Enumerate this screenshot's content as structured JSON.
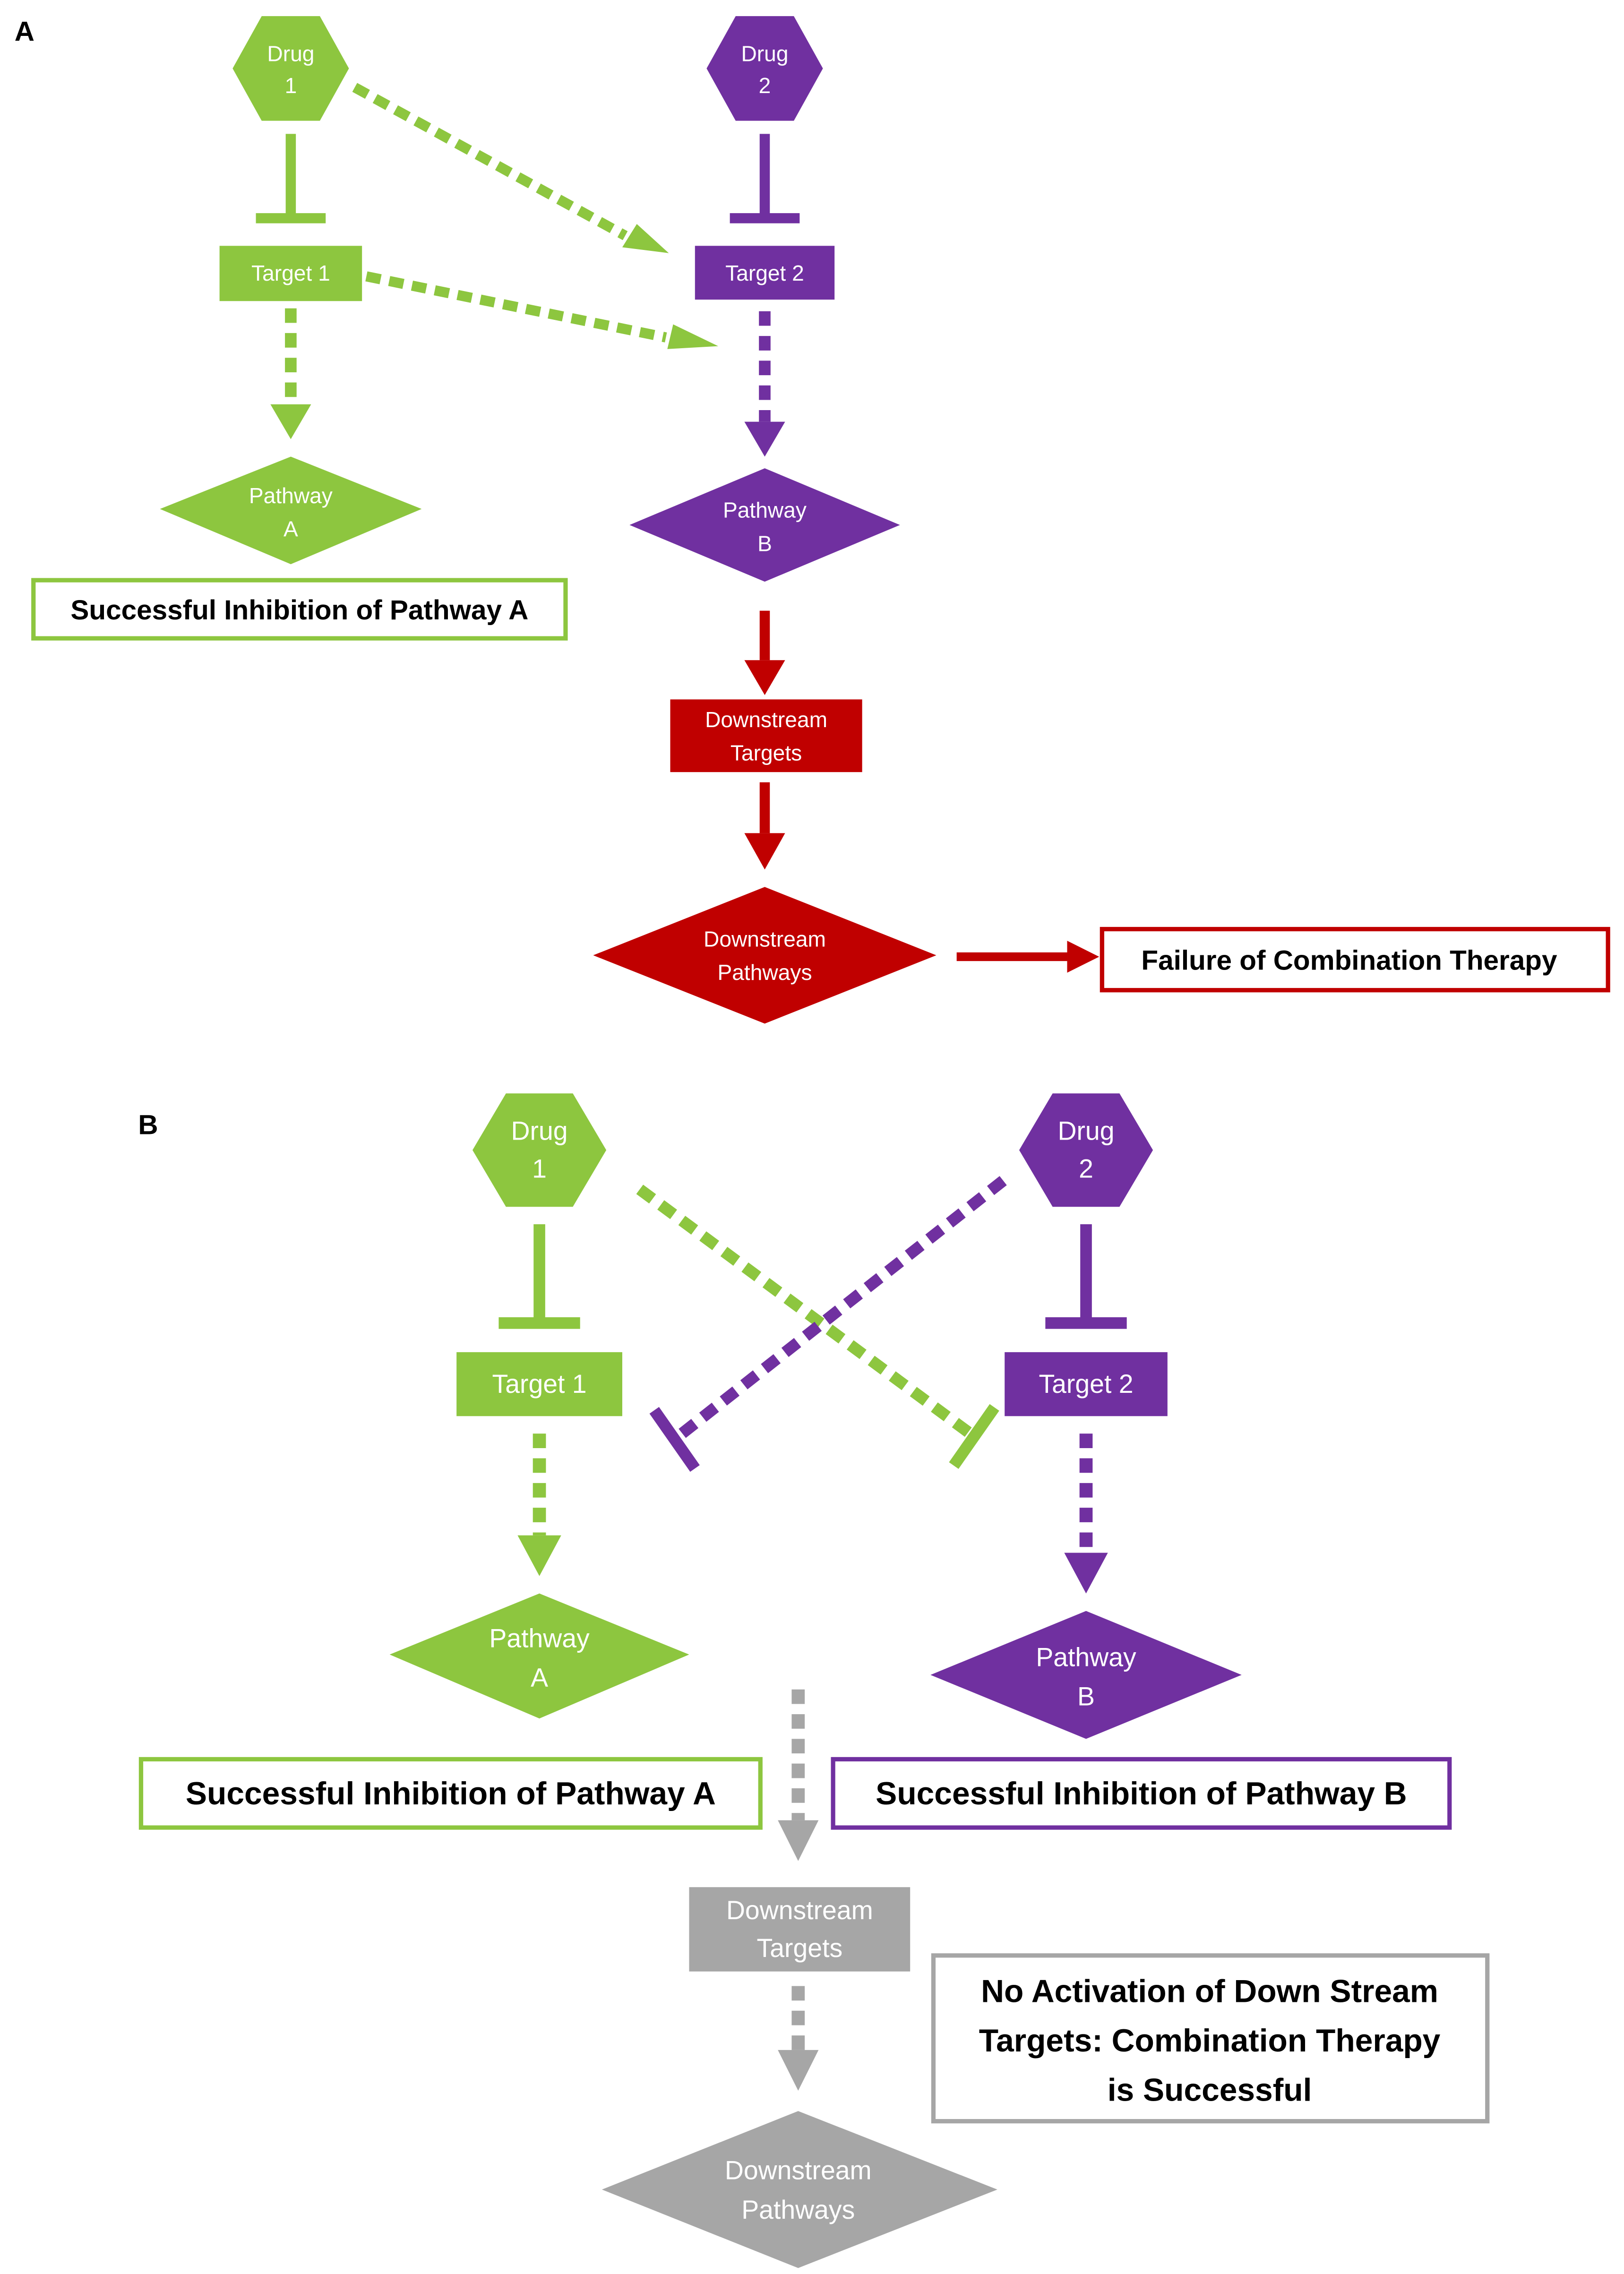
{
  "colors": {
    "green": "#8DC63F",
    "purple": "#7030A0",
    "red": "#C00000",
    "gray": "#A6A6A6",
    "node_text": "#ffffff",
    "box_text": "#000000"
  },
  "panel_a": {
    "label": "A",
    "drug1": {
      "line1": "Drug",
      "line2": "1"
    },
    "drug2": {
      "line1": "Drug",
      "line2": "2"
    },
    "target1": "Target 1",
    "target2": "Target 2",
    "pathway_a": {
      "line1": "Pathway",
      "line2": "A"
    },
    "pathway_b": {
      "line1": "Pathway",
      "line2": "B"
    },
    "downstream_targets": {
      "line1": "Downstream",
      "line2": "Targets"
    },
    "downstream_pathways": {
      "line1": "Downstream",
      "line2": "Pathways"
    },
    "success_a": "Successful Inhibition of Pathway A",
    "failure": "Failure of Combination Therapy"
  },
  "panel_b": {
    "label": "B",
    "drug1": {
      "line1": "Drug",
      "line2": "1"
    },
    "drug2": {
      "line1": "Drug",
      "line2": "2"
    },
    "target1": "Target 1",
    "target2": "Target 2",
    "pathway_a": {
      "line1": "Pathway",
      "line2": "A"
    },
    "pathway_b": {
      "line1": "Pathway",
      "line2": "B"
    },
    "downstream_targets": {
      "line1": "Downstream",
      "line2": "Targets"
    },
    "downstream_pathways": {
      "line1": "Downstream",
      "line2": "Pathways"
    },
    "success_a": "Successful Inhibition of Pathway A",
    "success_b": "Successful Inhibition of Pathway B",
    "outcome": {
      "line1": "No Activation of Down Stream",
      "line2": "Targets: Combination Therapy",
      "line3": "is Successful"
    }
  }
}
